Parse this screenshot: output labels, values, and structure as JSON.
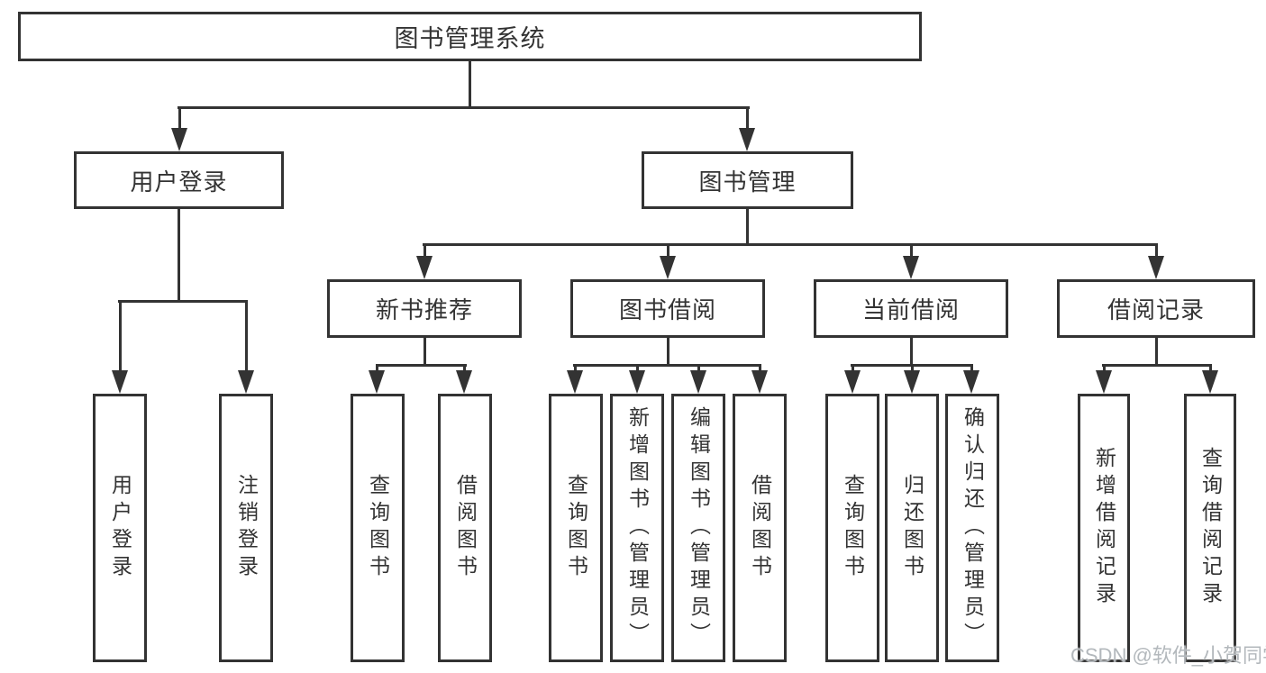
{
  "watermark": "CSDN @软件_小贺同学",
  "colors": {
    "line": "#333333",
    "text": "#333333",
    "watermark": "#b3b8bc",
    "background": "#ffffff"
  },
  "tree": {
    "root": "图书管理系统",
    "branches": [
      {
        "label": "用户登录",
        "children": [
          {
            "label": "用户登录"
          },
          {
            "label": "注销登录"
          }
        ]
      },
      {
        "label": "图书管理",
        "children": [
          {
            "label": "新书推荐",
            "children": [
              {
                "label": "查询图书"
              },
              {
                "label": "借阅图书"
              }
            ]
          },
          {
            "label": "图书借阅",
            "children": [
              {
                "label": "查询图书"
              },
              {
                "label": "新增图书（管理员）"
              },
              {
                "label": "编辑图书（管理员）"
              },
              {
                "label": "借阅图书"
              }
            ]
          },
          {
            "label": "当前借阅",
            "children": [
              {
                "label": "查询图书"
              },
              {
                "label": "归还图书"
              },
              {
                "label": "确认归还（管理员）"
              }
            ]
          },
          {
            "label": "借阅记录",
            "children": [
              {
                "label": "新增借阅记录"
              },
              {
                "label": "查询借阅记录"
              }
            ]
          }
        ]
      }
    ]
  }
}
